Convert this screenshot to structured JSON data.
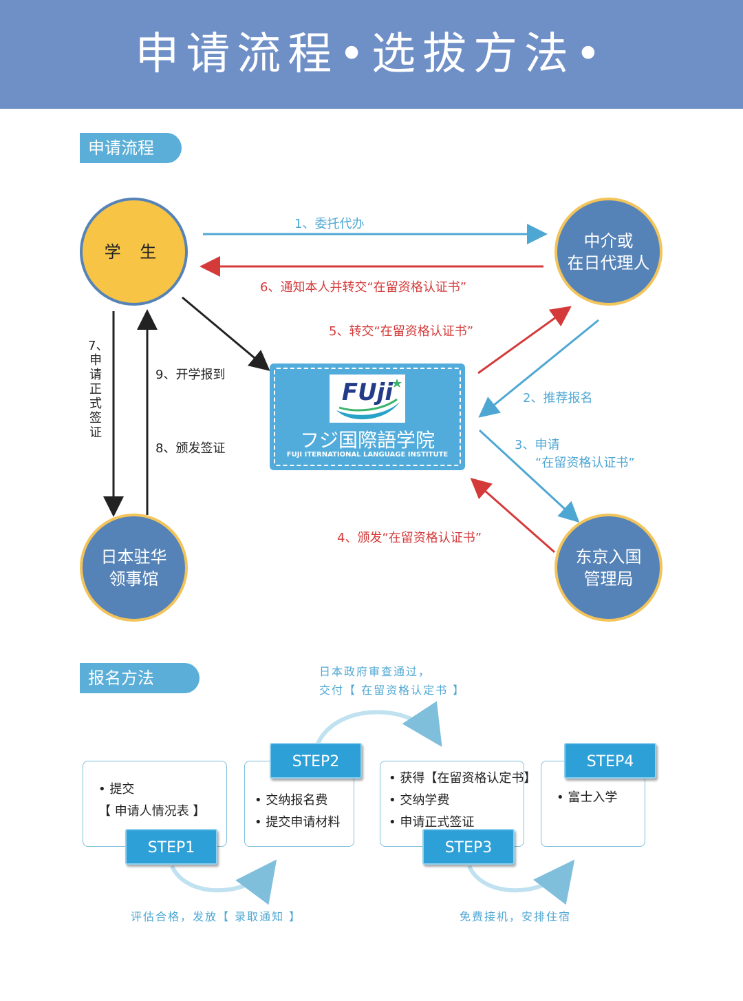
{
  "header": {
    "title": "申请流程•选拔方法•"
  },
  "section1": {
    "tab": "申请流程",
    "nodes": {
      "student": "学 生",
      "agent": [
        "中介或",
        "在日代理人"
      ],
      "consulate": [
        "日本驻华",
        "领事馆"
      ],
      "immigration": [
        "东京入国",
        "管理局"
      ]
    },
    "school": {
      "logo_text": "FUji",
      "name": "フジ国際語学院",
      "subtitle": "FUJI ITERNATIONAL LANGUAGE INSTITUTE"
    },
    "arrows": {
      "a1": "1、委托代办",
      "a2": "2、推荐报名",
      "a3_line1": "3、申请",
      "a3_line2": "“在留资格认证书”",
      "a4": "4、颁发“在留资格认证书”",
      "a5": "5、转交“在留资格认证书”",
      "a6": "6、通知本人并转交“在留资格认证书”",
      "a7": "7、申请正式签证",
      "a8": "8、颁发签证",
      "a9": "9、开学报到"
    },
    "colors": {
      "blue_arrow": "#4ea7d3",
      "red_arrow": "#d43a3a",
      "black_arrow": "#222222"
    }
  },
  "section2": {
    "tab": "报名方法",
    "steps": [
      {
        "label": "STEP1",
        "items": [
          "• 提交",
          "【 申请人情况表 】"
        ]
      },
      {
        "label": "STEP2",
        "items": [
          "• 交纳报名费",
          "• 提交申请材料"
        ]
      },
      {
        "label": "STEP3",
        "items": [
          "• 获得【在留资格认定书】",
          "• 交纳学费",
          "• 申请正式签证"
        ]
      },
      {
        "label": "STEP4",
        "items": [
          "• 富士入学"
        ]
      }
    ],
    "notes": {
      "top_line1": "日本政府审查通过，",
      "top_line2": "交付【 在留资格认定书 】",
      "bottom_left": "评估合格，发放【 录取通知 】",
      "bottom_right": "免费接机，安排住宿"
    }
  }
}
